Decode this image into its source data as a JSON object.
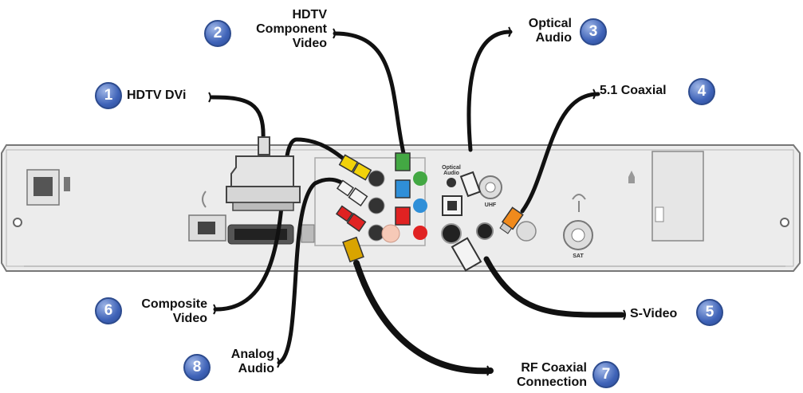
{
  "connections": [
    {
      "number": "1",
      "label": "HDTV DVi"
    },
    {
      "number": "2",
      "label_lines": [
        "HDTV",
        "Component",
        "Video"
      ]
    },
    {
      "number": "3",
      "label_lines": [
        "Optical",
        "Audio"
      ]
    },
    {
      "number": "4",
      "label": "5.1 Coaxial"
    },
    {
      "number": "5",
      "label": "S-Video"
    },
    {
      "number": "6",
      "label_lines": [
        "Composite",
        "Video"
      ]
    },
    {
      "number": "7",
      "label_lines": [
        "RF Coaxial",
        "Connection"
      ]
    },
    {
      "number": "8",
      "label_lines": [
        "Analog",
        "Audio"
      ]
    }
  ],
  "panel_labels": {
    "optical_audio": [
      "Optical",
      "Audio"
    ],
    "uhf": "UHF",
    "sat": "SAT"
  },
  "colors": {
    "panel": "#ececec",
    "cable": "#111111",
    "badge": "#3f63b8",
    "plug_yellow": "#f2d20a",
    "plug_white": "#f4f4f4",
    "plug_red": "#e02222",
    "plug_green": "#43a843",
    "plug_blue": "#2f8fd8",
    "plug_orange": "#f08a1c"
  }
}
